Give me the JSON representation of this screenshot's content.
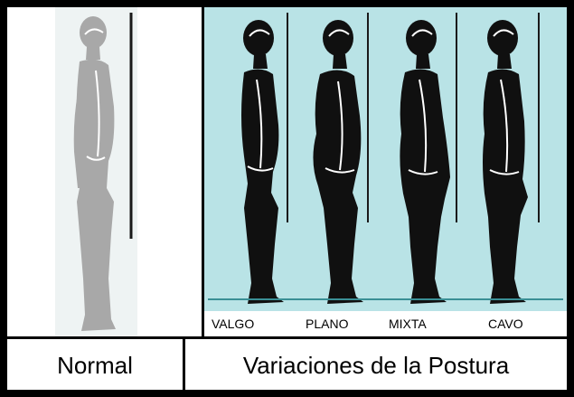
{
  "panels": {
    "variants": {
      "labels": [
        "VALGO",
        "PLANO",
        "MIXTA",
        "CAVO"
      ]
    }
  },
  "captions": {
    "normal": "Normal",
    "variations": "Variaciones de la Postura"
  },
  "colors": {
    "frame": "#000000",
    "normal_figure": "#a8a8a8",
    "variant_background": "#b9e3e6",
    "variant_figure": "#101010",
    "reference_line": "#1a1a1a"
  }
}
